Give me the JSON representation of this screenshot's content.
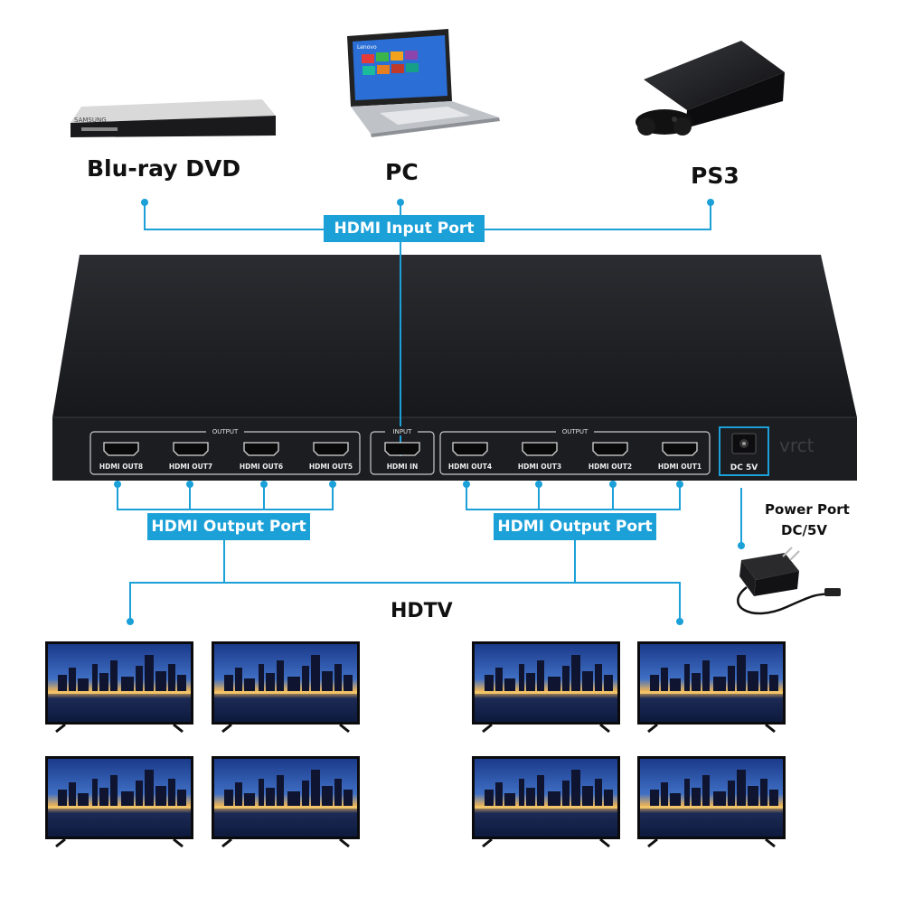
{
  "sources": [
    {
      "label": "Blu-ray DVD",
      "brand": "SAMSUNG"
    },
    {
      "label": "PC",
      "screen_brand": "Lenovo"
    },
    {
      "label": "PS3"
    }
  ],
  "callouts": {
    "input": "HDMI Input Port",
    "output_left": "HDMI Output Port",
    "output_right": "HDMI Output Port"
  },
  "device": {
    "group_left_title": "OUTPUT",
    "group_mid_title": "INPUT",
    "group_right_title": "OUTPUT",
    "ports_left": [
      "HDMI OUT8",
      "HDMI OUT7",
      "HDMI OUT6",
      "HDMI OUT5"
    ],
    "port_in": "HDMI IN",
    "ports_right": [
      "HDMI OUT4",
      "HDMI OUT3",
      "HDMI OUT2",
      "HDMI OUT1"
    ],
    "power_label": "DC 5V",
    "logo_text": "vrct"
  },
  "power": {
    "line1": "Power Port",
    "line2": "DC/5V"
  },
  "hdtv_label": "HDTV",
  "colors": {
    "accent": "#1ba0d8",
    "device": "#1c1d21",
    "text": "#111111"
  }
}
